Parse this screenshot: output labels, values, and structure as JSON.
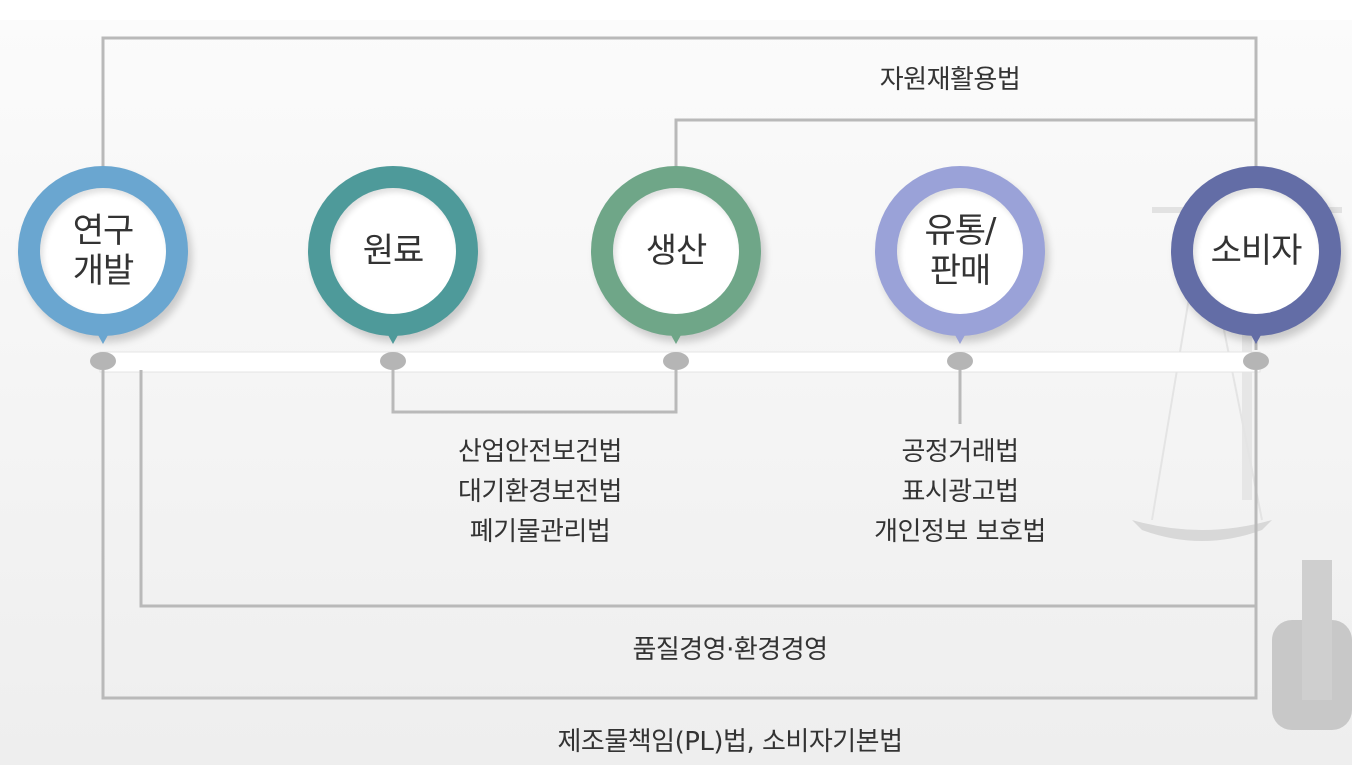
{
  "stages": [
    {
      "label": "연구\n개발",
      "color": "#6aa6d0"
    },
    {
      "label": "원료",
      "color": "#4e9a9a"
    },
    {
      "label": "생산",
      "color": "#6fa688"
    },
    {
      "label": "유통/\n판매",
      "color": "#9aa2d8"
    },
    {
      "label": "소비자",
      "color": "#636da6"
    }
  ],
  "laws": {
    "recycling": "자원재활용법",
    "production_group": [
      "산업안전보건법",
      "대기환경보전법",
      "폐기물관리법"
    ],
    "distribution_group": [
      "공정거래법",
      "표시광고법",
      "개인정보 보호법"
    ],
    "management": "품질경영·환경경영",
    "liability": "제조물책임(PL)법, 소비자기본법"
  },
  "colors": {
    "line": "#b9b9b9",
    "timeline": "#ffffff",
    "text": "#333333"
  }
}
